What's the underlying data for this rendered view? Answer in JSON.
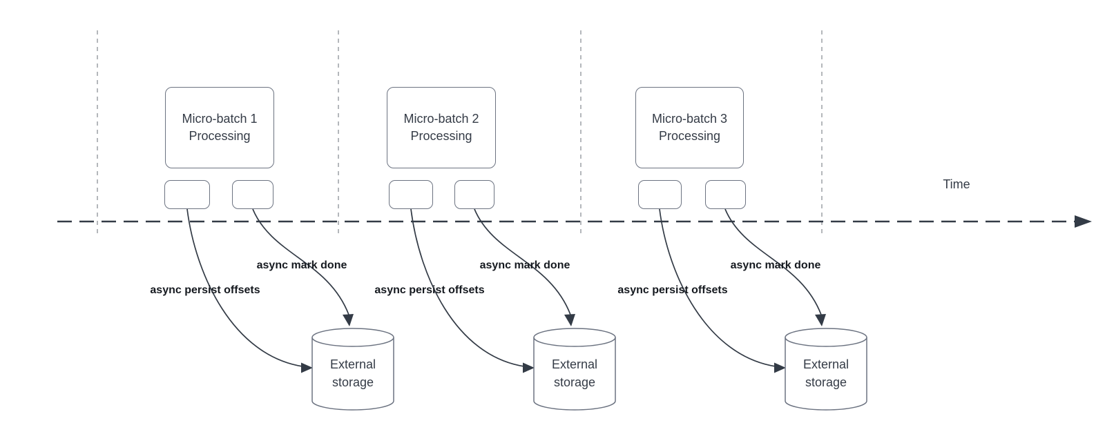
{
  "time_axis": {
    "label": "Time"
  },
  "groups": [
    {
      "title": "Micro-batch 1",
      "subtitle": "Processing",
      "persist_label": "async persist offsets",
      "mark_done_label": "async mark done",
      "storage_label": "External storage"
    },
    {
      "title": "Micro-batch 2",
      "subtitle": "Processing",
      "persist_label": "async persist offsets",
      "mark_done_label": "async mark done",
      "storage_label": "External storage"
    },
    {
      "title": "Micro-batch 3",
      "subtitle": "Processing",
      "persist_label": "async persist offsets",
      "mark_done_label": "async mark done",
      "storage_label": "External storage"
    }
  ],
  "colors": {
    "background": "#ffffff",
    "stroke_dark": "#333b46",
    "shape_stroke": "#6b7280",
    "grid_dash": "#b4b7bb",
    "label_text": "#15191f",
    "shape_text": "#343b46"
  }
}
